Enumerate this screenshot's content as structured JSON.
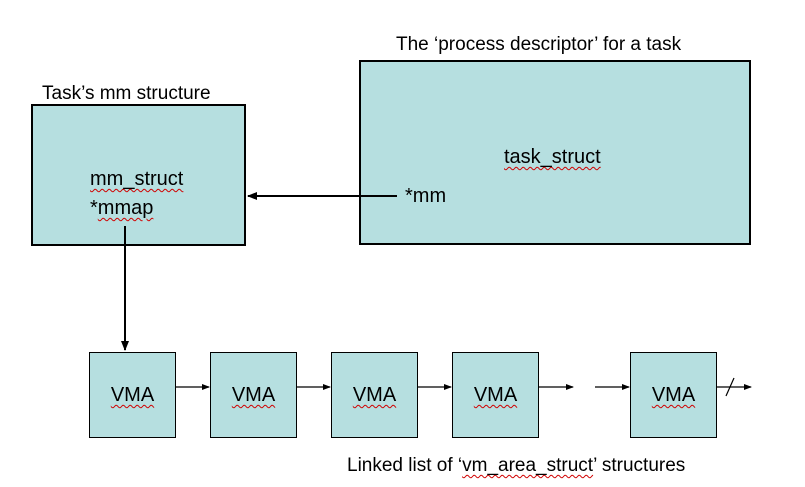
{
  "task_struct_box": {
    "caption": "The ‘process descriptor’ for a task",
    "name": "task_struct",
    "field": "*mm"
  },
  "mm_struct_box": {
    "caption": "Task’s mm structure",
    "name": "mm_struct",
    "field": "*mmap"
  },
  "vma_list": {
    "items": [
      "VMA",
      "VMA",
      "VMA",
      "VMA",
      "VMA"
    ],
    "caption_prefix": "Linked list of ‘",
    "caption_struct": "vm_area_struct",
    "caption_suffix": "’ structures"
  },
  "colors": {
    "box_fill": "#b6dfe0",
    "border": "#000000",
    "spellcheck_underline": "#d00000"
  }
}
